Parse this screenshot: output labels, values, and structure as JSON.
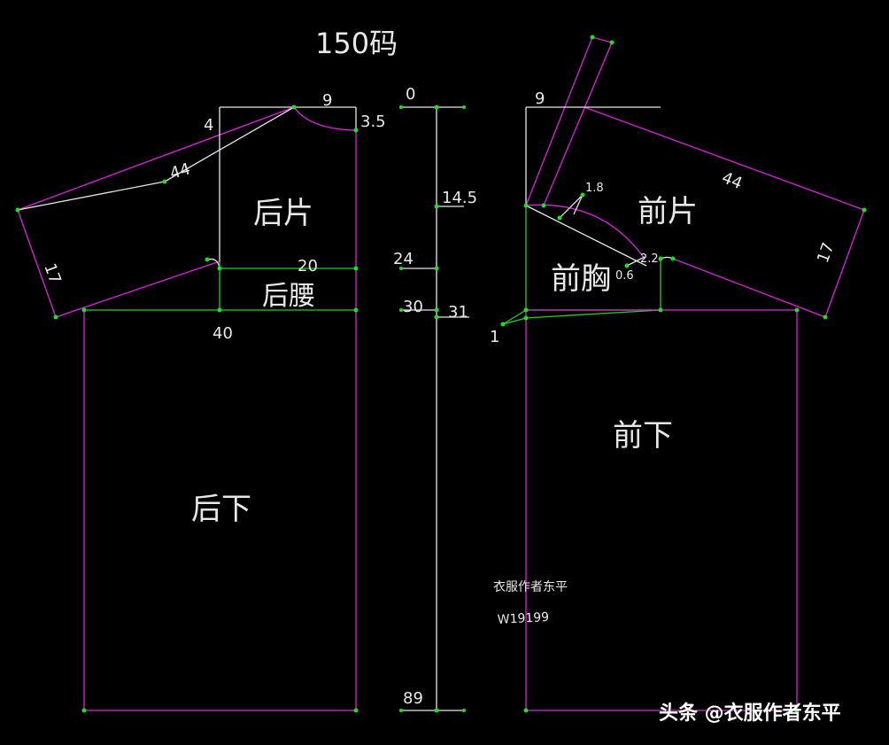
{
  "title": "150码",
  "colors": {
    "background": "#000000",
    "outline": "#e020e0",
    "construction": "#20d020",
    "text": "#e8e8e8"
  },
  "pieces": {
    "back_piece": "后片",
    "back_waist": "后腰",
    "back_lower": "后下",
    "front_piece": "前片",
    "front_chest": "前胸",
    "front_lower": "前下"
  },
  "dimensions": {
    "back_neck_width": "9",
    "back_neck_depth": "3.5",
    "back_shoulder_drop": "4",
    "back_sleeve_length": "44",
    "back_sleeve_cuff": "17",
    "back_chest_width": "20",
    "back_hem_width": "40",
    "front_neck_width": "9",
    "front_sleeve_length": "44",
    "front_sleeve_cuff": "17",
    "front_curve_a": "1.8",
    "front_curve_b": "2.2",
    "front_curve_c": "0.6",
    "front_hem_offset": "1"
  },
  "ruler": {
    "marks": [
      "0",
      "14.5",
      "24",
      "30",
      "31",
      "89"
    ]
  },
  "author_note": {
    "line1": "衣服作者东平",
    "line2": "W19199"
  },
  "watermark": "头条 @衣服作者东平"
}
